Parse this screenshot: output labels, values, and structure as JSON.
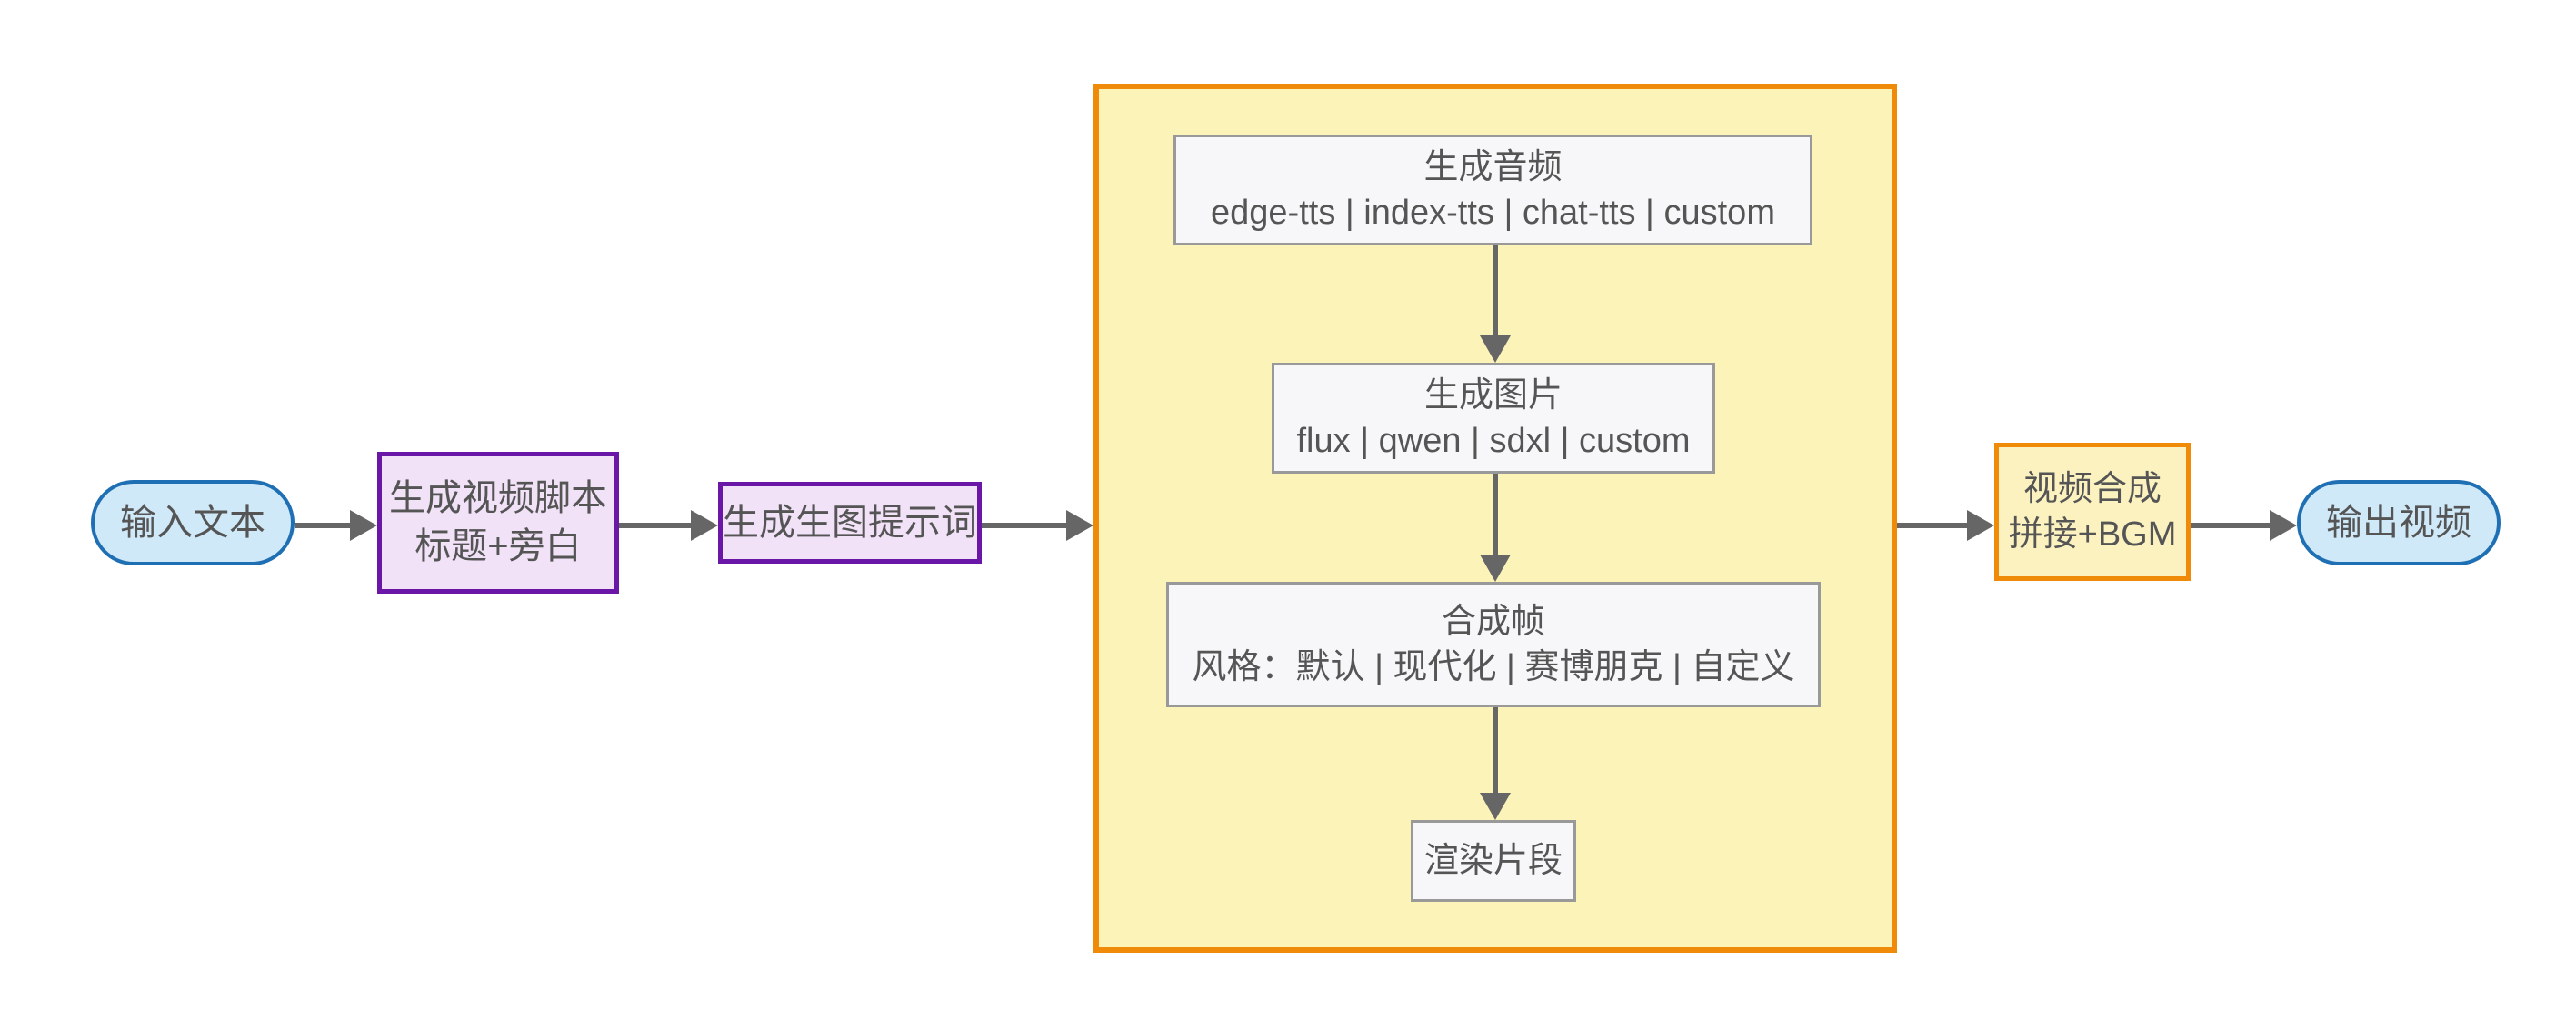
{
  "diagram": {
    "title": "AI video generation pipeline flowchart",
    "orientation": "left-to-right",
    "colors": {
      "terminal_fill": "#cfe9f9",
      "terminal_stroke": "#1f6fb4",
      "process_purple_fill": "#f1e2f7",
      "process_purple_stroke": "#6a17a8",
      "process_orange_fill": "#fbf2c0",
      "process_orange_stroke": "#f08b0a",
      "plain_fill": "#f7f7f9",
      "plain_stroke": "#999999",
      "subgraph_fill": "#fcf3b8",
      "subgraph_stroke": "#f08b0a",
      "arrow": "#666666",
      "text": "#555555",
      "background": "#ffffff"
    }
  },
  "nodes": {
    "input_text": {
      "label": "输入文本",
      "shape": "stadium"
    },
    "gen_script": {
      "line1": "生成视频脚本",
      "line2": "标题+旁白",
      "shape": "rect"
    },
    "gen_prompt": {
      "label": "生成生图提示词",
      "shape": "rect"
    },
    "gen_audio": {
      "line1": "生成音频",
      "line2": "edge-tts | index-tts | chat-tts | custom",
      "shape": "rect"
    },
    "gen_image": {
      "line1": "生成图片",
      "line2": "flux | qwen | sdxl | custom",
      "shape": "rect"
    },
    "compose_frame": {
      "line1": "合成帧",
      "line2": "风格：默认 | 现代化 | 赛博朋克 | 自定义",
      "shape": "rect"
    },
    "render_clip": {
      "label": "渲染片段",
      "shape": "rect"
    },
    "video_merge": {
      "line1": "视频合成",
      "line2": "拼接+BGM",
      "shape": "rect"
    },
    "output_video": {
      "label": "输出视频",
      "shape": "stadium"
    }
  },
  "subgraph": {
    "label": "",
    "contains": [
      "gen_audio",
      "gen_image",
      "compose_frame",
      "render_clip"
    ]
  },
  "edges": [
    {
      "from": "input_text",
      "to": "gen_script",
      "direction": "right"
    },
    {
      "from": "gen_script",
      "to": "gen_prompt",
      "direction": "right"
    },
    {
      "from": "gen_prompt",
      "to": "subgraph",
      "direction": "right"
    },
    {
      "from": "gen_audio",
      "to": "gen_image",
      "direction": "down"
    },
    {
      "from": "gen_image",
      "to": "compose_frame",
      "direction": "down"
    },
    {
      "from": "compose_frame",
      "to": "render_clip",
      "direction": "down"
    },
    {
      "from": "subgraph",
      "to": "video_merge",
      "direction": "right"
    },
    {
      "from": "video_merge",
      "to": "output_video",
      "direction": "right"
    }
  ]
}
